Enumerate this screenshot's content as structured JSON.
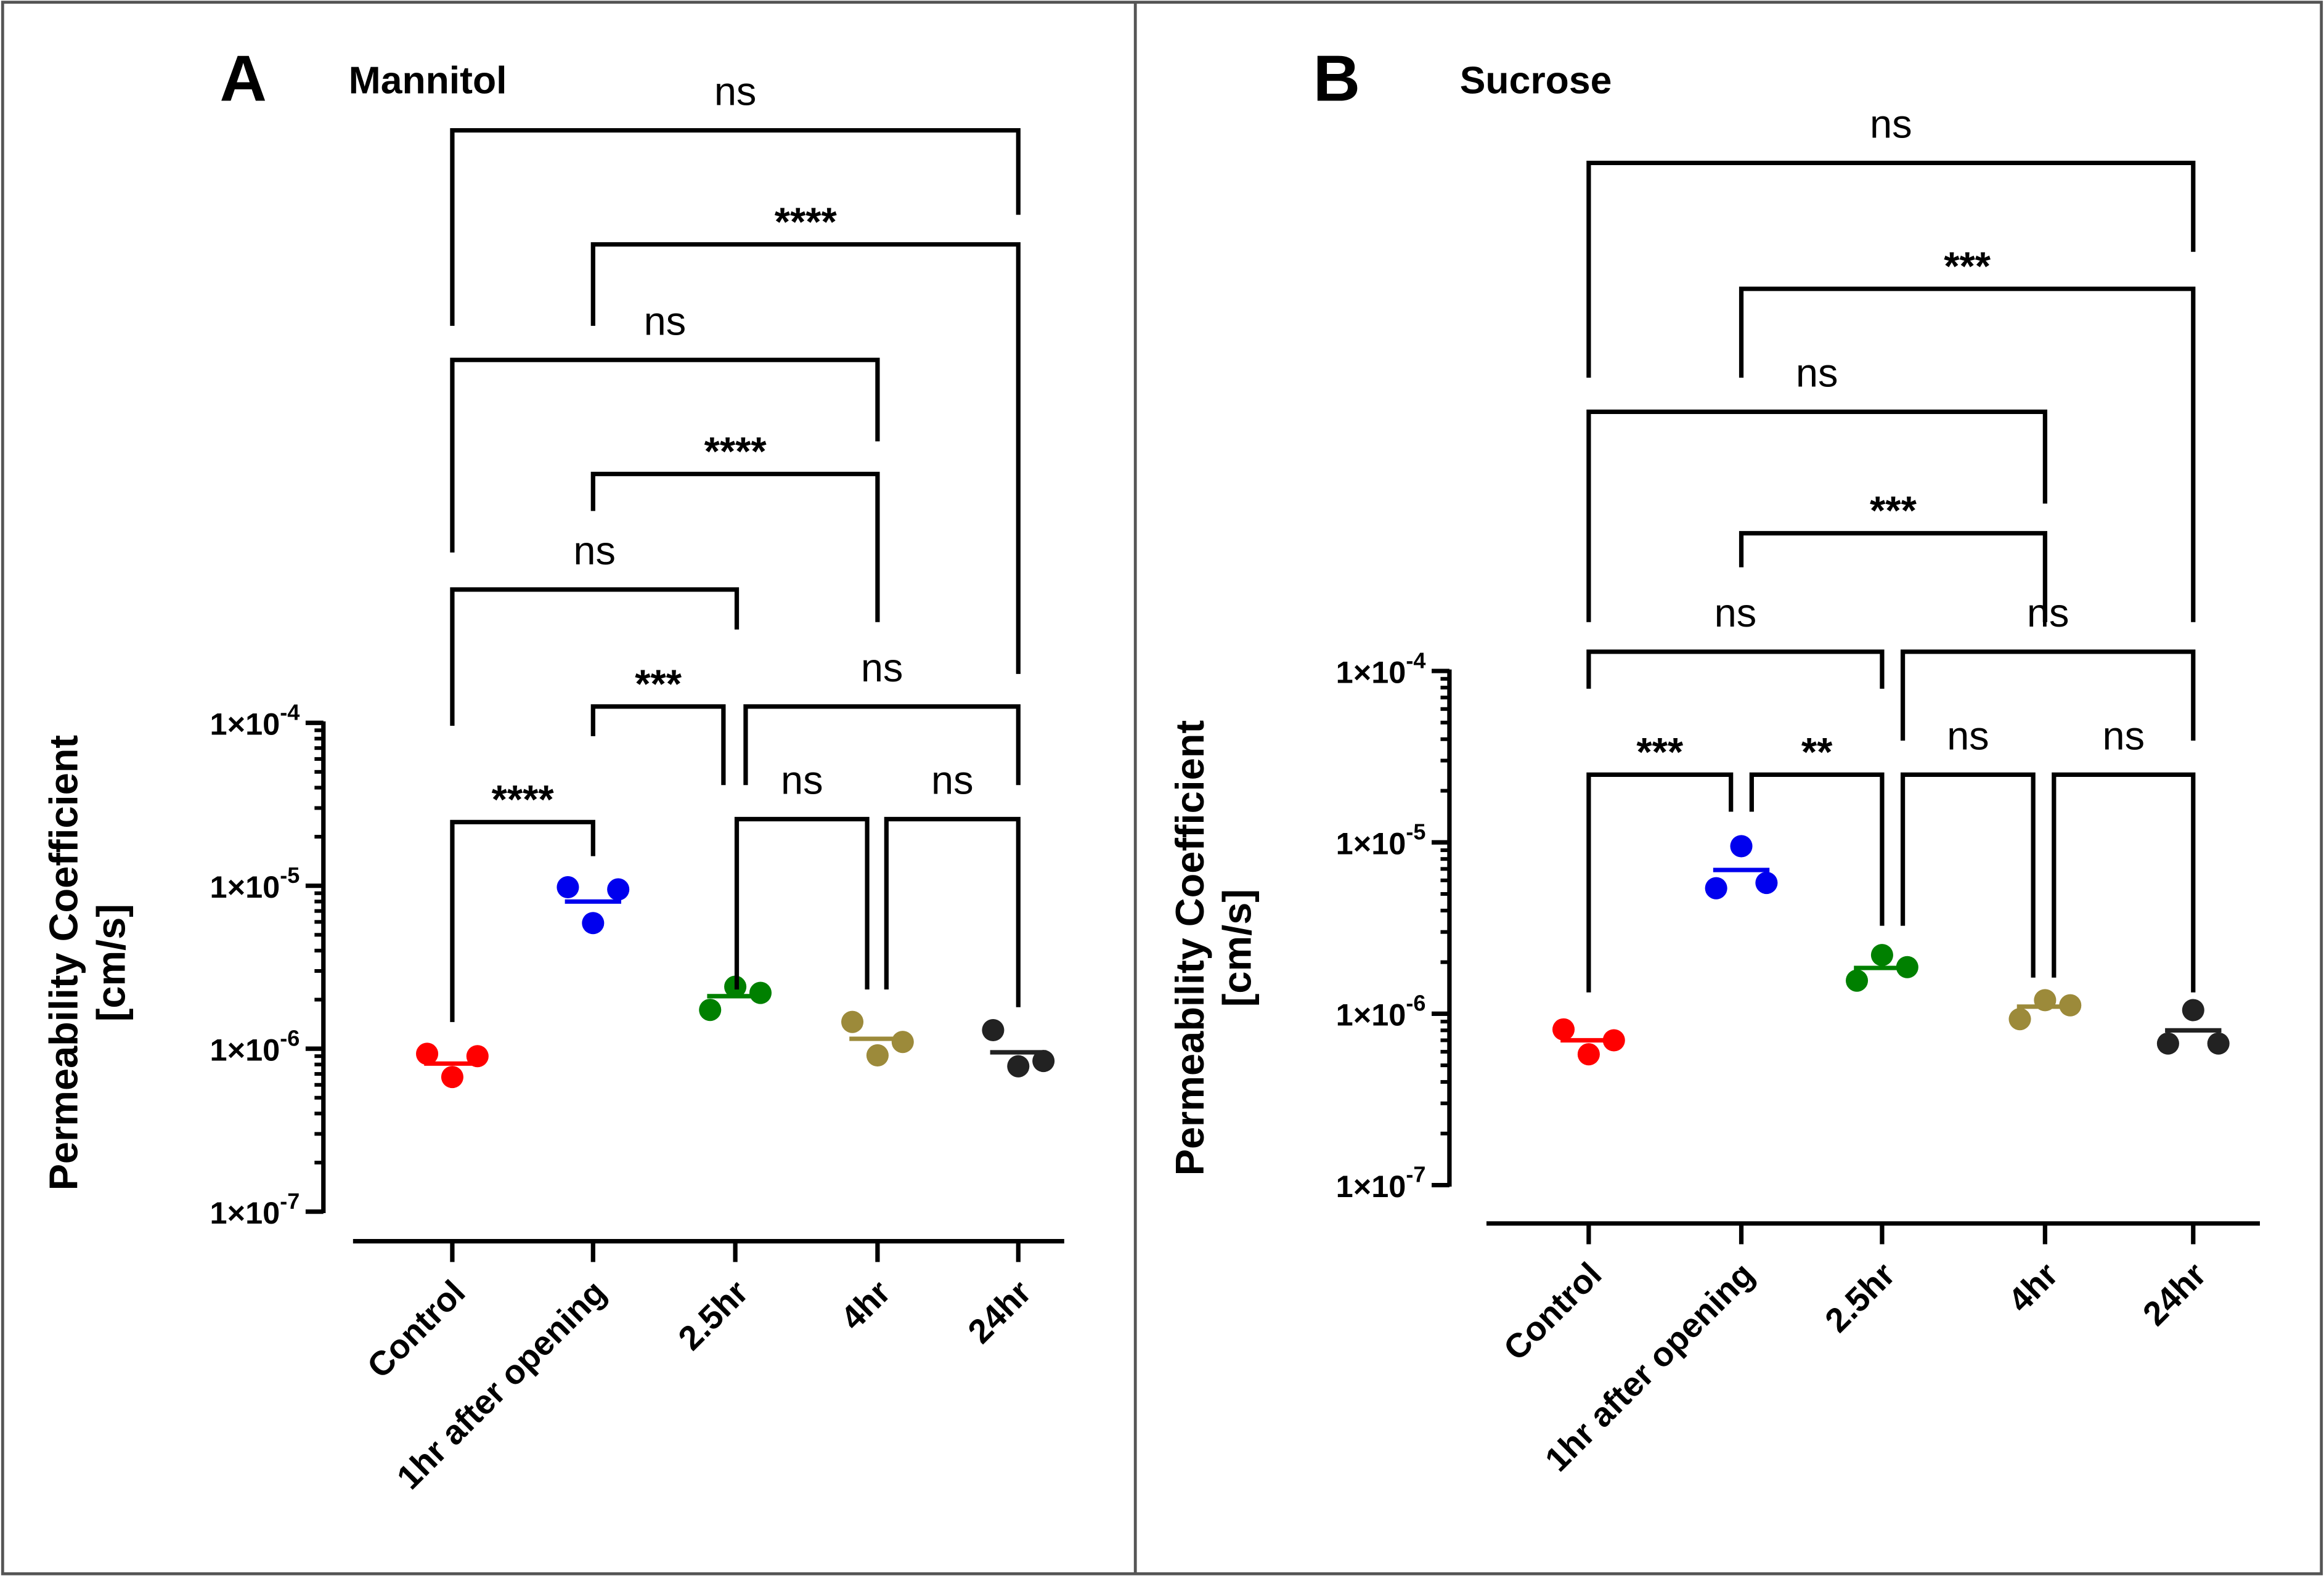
{
  "chart_data": [
    {
      "type": "scatter",
      "panel_letter": "A",
      "title": "Mannitol",
      "ylabel": [
        "Permeability Coefficient",
        "[cm/s]"
      ],
      "yscale": "log",
      "ylim": [
        1e-07,
        0.0001
      ],
      "yticks": [
        {
          "base": "1×10",
          "exp": "-4",
          "value": 0.0001
        },
        {
          "base": "1×10",
          "exp": "-5",
          "value": 1e-05
        },
        {
          "base": "1×10",
          "exp": "-6",
          "value": 1e-06
        },
        {
          "base": "1×10",
          "exp": "-7",
          "value": 1e-07
        }
      ],
      "categories": [
        "Control",
        "1hr after opening",
        "2.5hr",
        "4hr",
        "24hr"
      ],
      "colors": [
        "#ff0000",
        "#0000ee",
        "#008000",
        "#9c8a3a",
        "#222222"
      ],
      "values": [
        [
          9.3e-07,
          6.7e-07,
          9e-07
        ],
        [
          9.8e-06,
          5.9e-06,
          9.5e-06
        ],
        [
          1.73e-06,
          2.4e-06,
          2.2e-06
        ],
        [
          1.46e-06,
          9.1e-07,
          1.1e-06
        ],
        [
          1.3e-06,
          7.8e-07,
          8.4e-07
        ]
      ],
      "means": [
        8.1e-07,
        8e-06,
        2.1e-06,
        1.15e-06,
        9.5e-07
      ],
      "comparisons": [
        {
          "groups": [
            0,
            1
          ],
          "label": "****"
        },
        {
          "groups": [
            1,
            2
          ],
          "label": "***"
        },
        {
          "groups": [
            2,
            3
          ],
          "label": "ns"
        },
        {
          "groups": [
            3,
            4
          ],
          "label": "ns"
        },
        {
          "groups": [
            2,
            4
          ],
          "label": "ns"
        },
        {
          "groups": [
            0,
            2
          ],
          "label": "ns"
        },
        {
          "groups": [
            1,
            3
          ],
          "label": "****"
        },
        {
          "groups": [
            0,
            3
          ],
          "label": "ns"
        },
        {
          "groups": [
            1,
            4
          ],
          "label": "****"
        },
        {
          "groups": [
            0,
            4
          ],
          "label": "ns"
        }
      ]
    },
    {
      "type": "scatter",
      "panel_letter": "B",
      "title": "Sucrose",
      "ylabel": [
        "Permeability Coefficient",
        "[cm/s]"
      ],
      "yscale": "log",
      "ylim": [
        1e-07,
        0.0001
      ],
      "yticks": [
        {
          "base": "1×10",
          "exp": "-4",
          "value": 0.0001
        },
        {
          "base": "1×10",
          "exp": "-5",
          "value": 1e-05
        },
        {
          "base": "1×10",
          "exp": "-6",
          "value": 1e-06
        },
        {
          "base": "1×10",
          "exp": "-7",
          "value": 1e-07
        }
      ],
      "categories": [
        "Control",
        "1hr after opening",
        "2.5hr",
        "4hr",
        "24hr"
      ],
      "colors": [
        "#ff0000",
        "#0000ee",
        "#008000",
        "#9c8a3a",
        "#222222"
      ],
      "values": [
        [
          8.1e-07,
          5.8e-07,
          7e-07
        ],
        [
          5.4e-06,
          9.5e-06,
          5.8e-06
        ],
        [
          1.56e-06,
          2.2e-06,
          1.87e-06
        ],
        [
          9.3e-07,
          1.2e-06,
          1.12e-06
        ],
        [
          6.7e-07,
          1.05e-06,
          6.7e-07
        ]
      ],
      "means": [
        7e-07,
        6.9e-06,
        1.85e-06,
        1.1e-06,
        8e-07
      ],
      "comparisons": [
        {
          "groups": [
            0,
            1
          ],
          "label": "***"
        },
        {
          "groups": [
            1,
            2
          ],
          "label": "**"
        },
        {
          "groups": [
            2,
            3
          ],
          "label": "ns"
        },
        {
          "groups": [
            3,
            4
          ],
          "label": "ns"
        },
        {
          "groups": [
            0,
            2
          ],
          "label": "ns"
        },
        {
          "groups": [
            2,
            4
          ],
          "label": "ns"
        },
        {
          "groups": [
            1,
            3
          ],
          "label": "***"
        },
        {
          "groups": [
            0,
            3
          ],
          "label": "ns"
        },
        {
          "groups": [
            1,
            4
          ],
          "label": "***"
        },
        {
          "groups": [
            0,
            4
          ],
          "label": "ns"
        }
      ]
    }
  ]
}
